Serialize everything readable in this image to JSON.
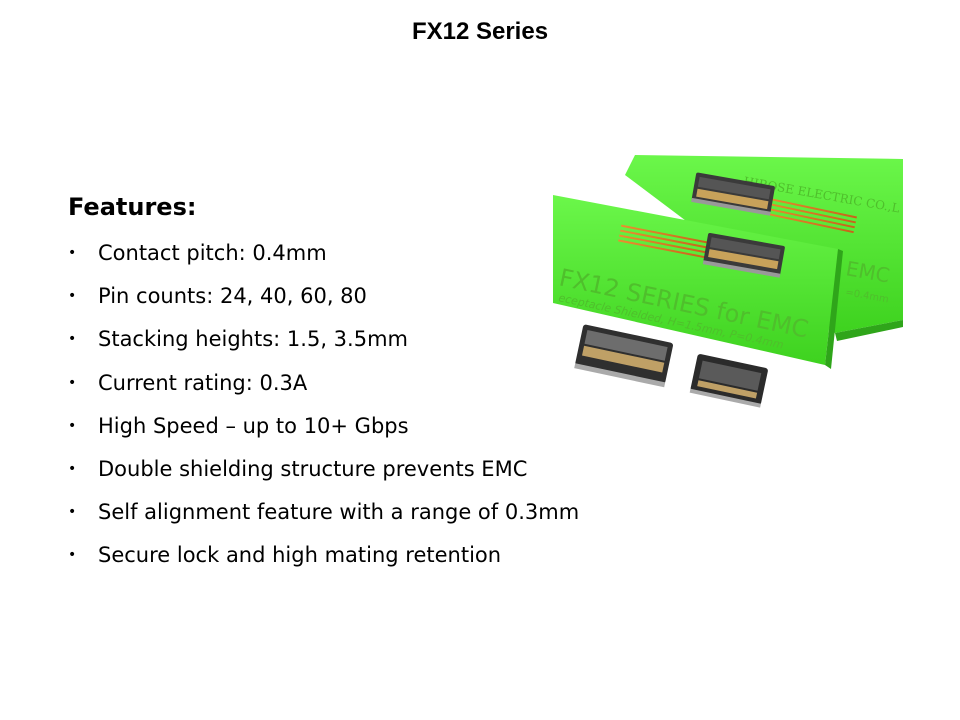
{
  "slide": {
    "title": "FX12 Series"
  },
  "features": {
    "heading": "Features:",
    "bullet": "•",
    "items": [
      "Contact pitch: 0.4mm",
      "Pin counts: 24, 40, 60, 80",
      "Stacking heights: 1.5, 3.5mm",
      "Current rating: 0.3A",
      "High Speed – up to 10+ Gbps",
      "Double shielding structure prevents EMC",
      "Self alignment feature with a range of 0.3mm",
      "Secure lock and high mating retention"
    ]
  },
  "photo": {
    "back_board_label": "HIROSE ELECTRIC CO.,L",
    "back_board_partial_1": "EMC",
    "back_board_partial_2": "=0.4mm",
    "front_board_title": "FX12 SERIES for EMC",
    "front_board_sub": "eceptacle Shielded, H=1.5mm, P=0.4mm",
    "board_color": "#5cf23a",
    "text_color": "#4fbf2c"
  }
}
